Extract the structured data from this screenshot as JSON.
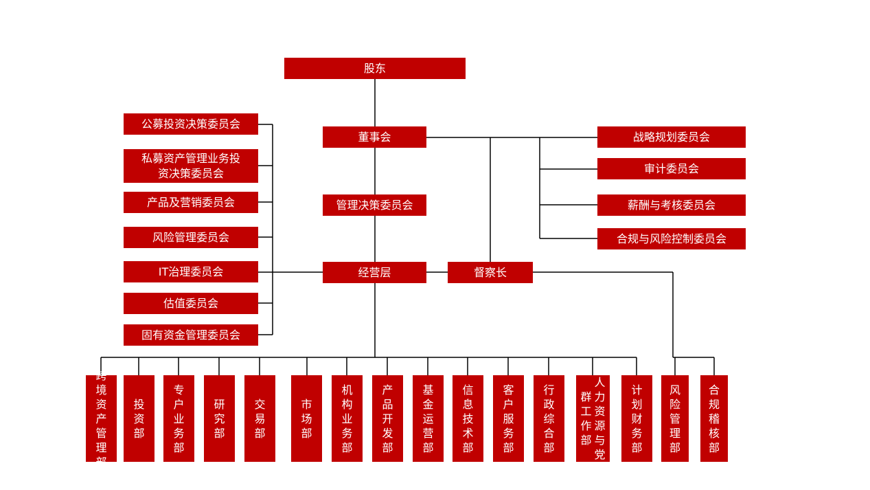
{
  "org": {
    "shareholders": "股东",
    "board": "董事会",
    "mgmt_committee": "管理决策委员会",
    "operations": "经营层",
    "supervisor": "督察长",
    "left_committees": [
      "公募投资决策委员会",
      "私募资产管理业务投\n资决策委员会",
      "产品及营销委员会",
      "风险管理委员会",
      "IT治理委员会",
      "估值委员会",
      "固有资金管理委员会"
    ],
    "right_committees": [
      "战略规划委员会",
      "审计委员会",
      "薪酬与考核委员会",
      "合规与风险控制委员会"
    ],
    "departments": [
      [
        "跨境资产管理部"
      ],
      [
        "投资部"
      ],
      [
        "专户业务部"
      ],
      [
        "研究部"
      ],
      [
        "交易部"
      ],
      [
        "市场部"
      ],
      [
        "机构业务部"
      ],
      [
        "产品开发部"
      ],
      [
        "基金运营部"
      ],
      [
        "信息技术部"
      ],
      [
        "客户服务部"
      ],
      [
        "行政综合部"
      ],
      [
        "人力资源与党",
        "群工作部"
      ],
      [
        "计划财务部"
      ]
    ],
    "supervisor_departments": [
      [
        "风险管理部"
      ],
      [
        "合规稽核部"
      ]
    ]
  },
  "colors": {
    "box": "#c00000",
    "text": "#ffffff",
    "line": "#000000"
  }
}
